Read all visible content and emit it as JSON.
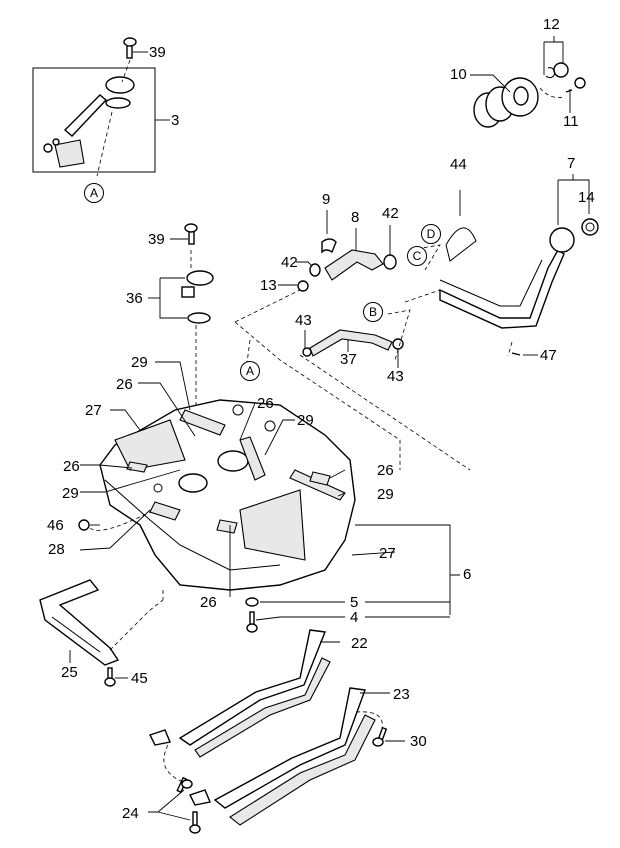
{
  "diagram": {
    "title": "Fuel tank exploded parts diagram",
    "callouts": {
      "c3": "3",
      "c39a": "39",
      "c39b": "39",
      "c36": "36",
      "c10": "10",
      "c11": "11",
      "c12": "12",
      "c9": "9",
      "c8": "8",
      "c42a": "42",
      "c42b": "42",
      "c13": "13",
      "c44": "44",
      "c7": "7",
      "c14": "14",
      "c47": "47",
      "c43a": "43",
      "c43b": "43",
      "c37": "37",
      "c29a": "29",
      "c26a": "26",
      "c27a": "27",
      "c26b": "26",
      "c29b": "29",
      "c26c": "26",
      "c29c": "29",
      "c26d": "26",
      "c29d": "29",
      "c46": "46",
      "c28": "28",
      "c27b": "27",
      "c6": "6",
      "c26e": "26",
      "c5": "5",
      "c4": "4",
      "c22": "22",
      "c25": "25",
      "c45": "45",
      "c23": "23",
      "c30": "30",
      "c24": "24"
    },
    "references": {
      "A1": "A",
      "A2": "A",
      "B": "B",
      "C": "C",
      "D": "D"
    }
  }
}
